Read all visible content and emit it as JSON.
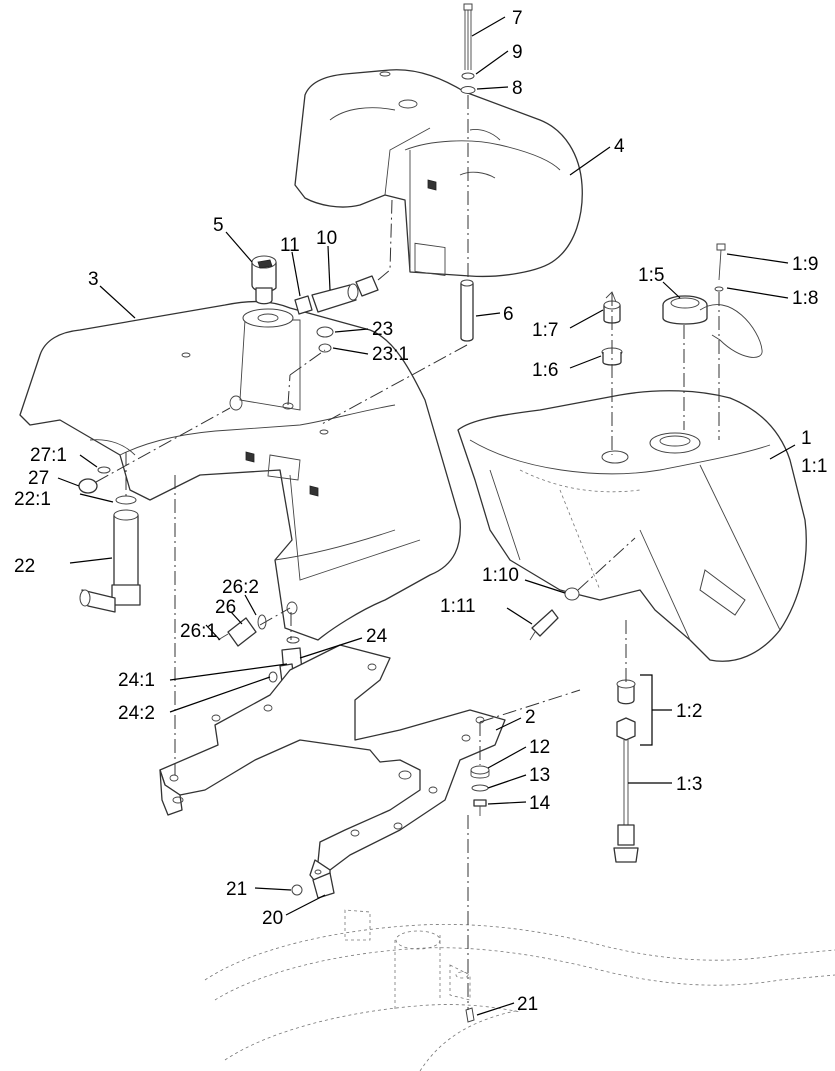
{
  "callouts": [
    {
      "text": "7"
    },
    {
      "text": "9"
    },
    {
      "text": "8"
    },
    {
      "text": "4"
    },
    {
      "text": "5"
    },
    {
      "text": "11"
    },
    {
      "text": "10"
    },
    {
      "text": "3"
    },
    {
      "text": "23"
    },
    {
      "text": "23:1"
    },
    {
      "text": "6"
    },
    {
      "text": "1:5"
    },
    {
      "text": "1:9"
    },
    {
      "text": "1:8"
    },
    {
      "text": "1:7"
    },
    {
      "text": "1:6"
    },
    {
      "text": "1"
    },
    {
      "text": "1:1"
    },
    {
      "text": "27:1"
    },
    {
      "text": "27"
    },
    {
      "text": "22:1"
    },
    {
      "text": "22"
    },
    {
      "text": "26:2"
    },
    {
      "text": "26"
    },
    {
      "text": "26:1"
    },
    {
      "text": "24"
    },
    {
      "text": "24:1"
    },
    {
      "text": "24:2"
    },
    {
      "text": "1:10"
    },
    {
      "text": "1:11"
    },
    {
      "text": "1:2"
    },
    {
      "text": "1:3"
    },
    {
      "text": "2"
    },
    {
      "text": "12"
    },
    {
      "text": "13"
    },
    {
      "text": "14"
    },
    {
      "text": "21"
    },
    {
      "text": "20"
    },
    {
      "text": "21"
    }
  ]
}
